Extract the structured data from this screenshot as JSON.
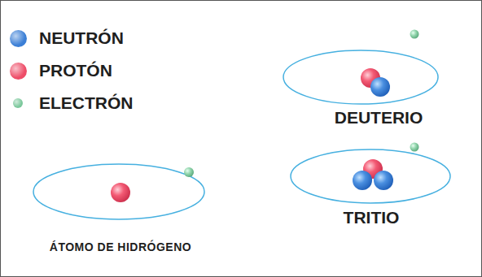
{
  "diagram": {
    "labels": [
      "DEUTERIO",
      "ÁTOMO DE HIDRÓGENO",
      "TRITIO"
    ],
    "legend": [
      {
        "text": "NEUTRÓN",
        "color": "#3b7fd6"
      },
      {
        "text": "PROTÓN",
        "color": "#ee4d68"
      },
      {
        "text": "ELECTRÓN",
        "color": "#7cc89c"
      }
    ]
  }
}
